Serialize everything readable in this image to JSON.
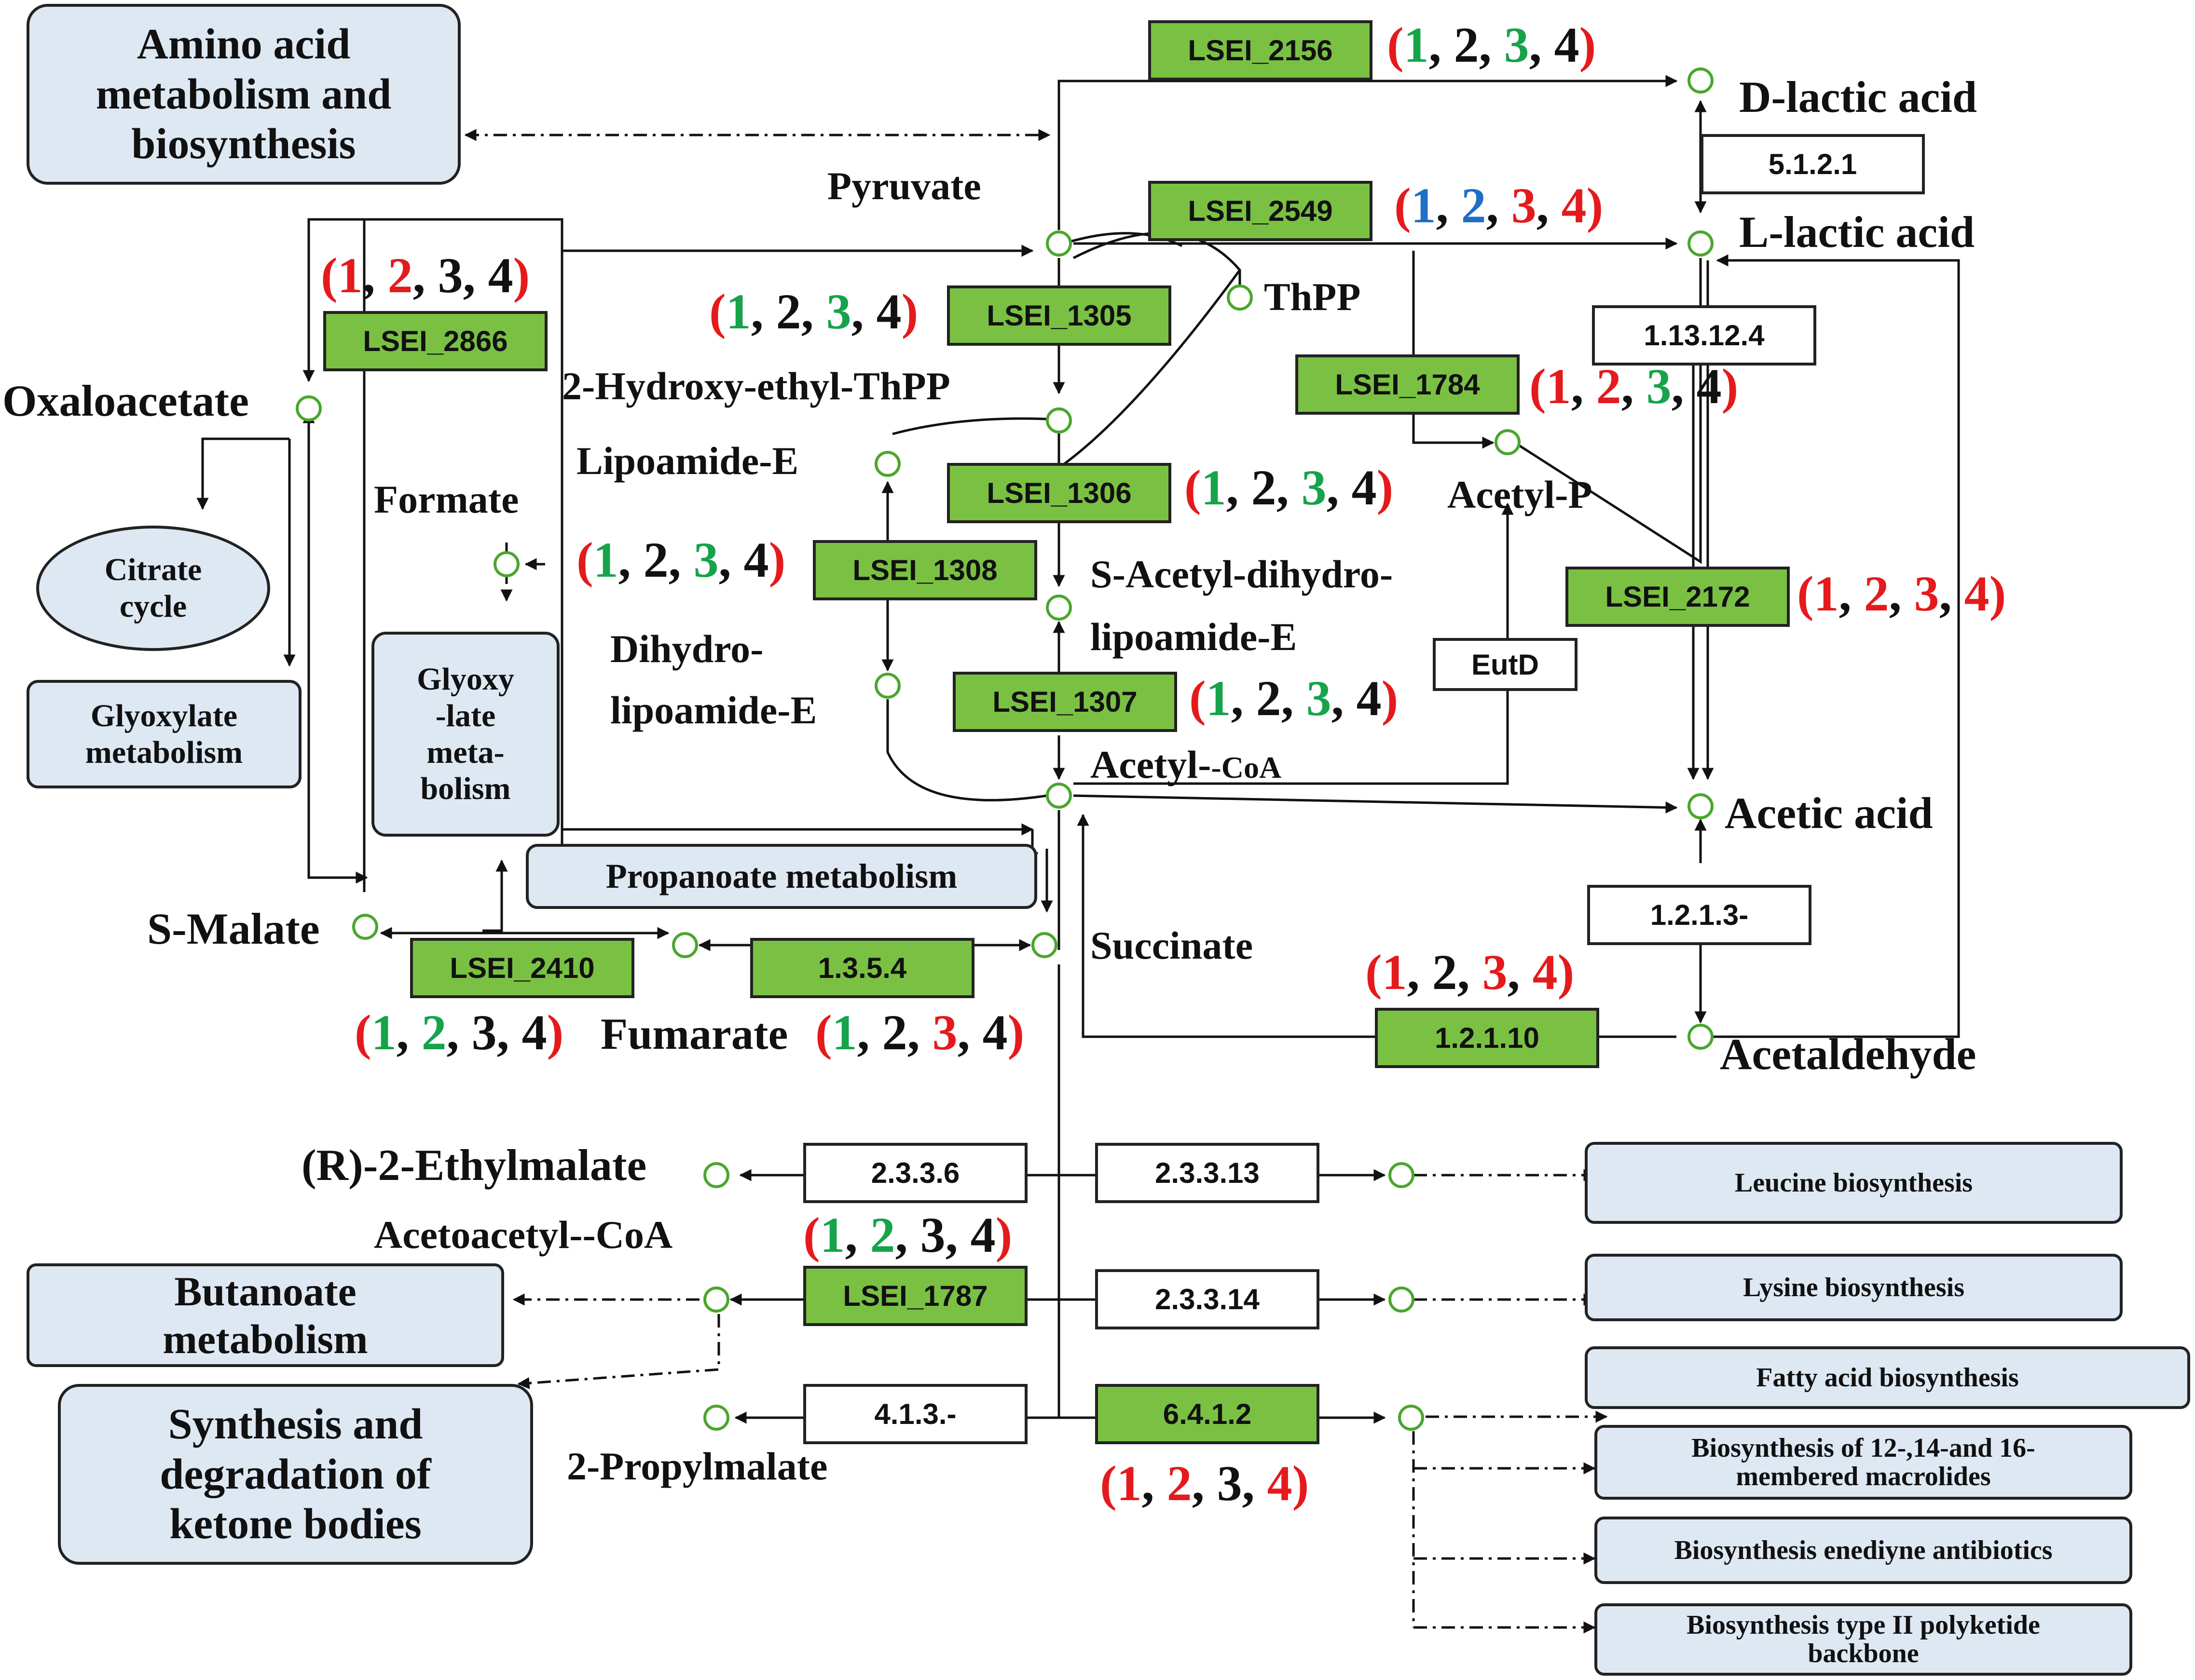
{
  "colors": {
    "red": "#e41a1c",
    "green": "#16a34a",
    "blue": "#1f6fc4",
    "black": "#111111",
    "enzyme": "#7ac143",
    "pathway_fill": "#dde8f3",
    "node": "#4aa62d"
  },
  "metabolites": {
    "pyruvate": "Pyruvate",
    "d_lactic": "D-lactic acid",
    "l_lactic": "L-lactic acid",
    "thpp": "ThPP",
    "oxaloacetate": "Oxaloacetate",
    "hydroxy_ethyl": "2-Hydroxy-ethyl-ThPP",
    "lipoamide": "Lipoamide-E",
    "formate": "Formate",
    "acetyl_p": "Acetyl-P",
    "s_acetyl_1": "S-Acetyl-dihydro-",
    "s_acetyl_2": "lipoamide-E",
    "dihydro_1": "Dihydro-",
    "dihydro_2": "lipoamide-E",
    "acetyl_coa": "Acetyl-",
    "acetyl_coa_suffix": "-CoA",
    "acetic": "Acetic acid",
    "s_malate": "S-Malate",
    "succinate": "Succinate",
    "fumarate": "Fumarate",
    "acetaldehyde": "Acetaldehyde",
    "ethylmalate": "(R)-2-Ethylmalate",
    "acetoacetyl": "Acetoacetyl--CoA",
    "propylmalate": "2-Propylmalate"
  },
  "pathways": {
    "amino": [
      "Amino acid",
      "metabolism and",
      "biosynthesis"
    ],
    "citrate": [
      "Citrate",
      "cycle"
    ],
    "glyoxylate_left": [
      "Glyoxylate",
      "metabolism"
    ],
    "glyoxylate_mid": [
      "Glyoxy",
      "-late",
      "meta-",
      "bolism"
    ],
    "propanoate": "Propanoate  metabolism",
    "butanoate": [
      "Butanoate",
      "metabolism"
    ],
    "ketone": [
      "Synthesis and",
      "degradation of",
      "ketone bodies"
    ],
    "leucine": "Leucine biosynthesis",
    "lysine": "Lysine biosynthesis",
    "fatty": "Fatty acid biosynthesis",
    "macrolides": [
      "Biosynthesis of 12-,14-and 16-",
      "membered macrolides"
    ],
    "enediyne": "Biosynthesis enediyne antibiotics",
    "polyketide": [
      "Biosynthesis type II polyketide",
      "backbone"
    ]
  },
  "enzymes": {
    "lsei_2156": "LSEI_2156",
    "lsei_2549": "LSEI_2549",
    "lsei_2866": "LSEI_2866",
    "lsei_1305": "LSEI_1305",
    "lsei_1784": "LSEI_1784",
    "lsei_1306": "LSEI_1306",
    "lsei_1308": "LSEI_1308",
    "lsei_2172": "LSEI_2172",
    "lsei_1307": "LSEI_1307",
    "lsei_2410": "LSEI_2410",
    "ec_1354": "1.3.5.4",
    "ec_12110": "1.2.1.10",
    "lsei_1787": "LSEI_1787",
    "ec_6412": "6.4.1.2",
    "ec_5121": "5.1.2.1",
    "ec_113124": "1.13.12.4",
    "eutd": "EutD",
    "ec_1213": "1.2.1.3-",
    "ec_2336": "2.3.3.6",
    "ec_23313": "2.3.3.13",
    "ec_23314": "2.3.3.14",
    "ec_413": "4.1.3.-"
  },
  "conditions": {
    "c2156": [
      "red",
      "green",
      "black",
      "green",
      "black"
    ],
    "c2549": [
      "red",
      "blue",
      "blue",
      "red",
      "red"
    ],
    "c2866": [
      "red",
      "red",
      "red",
      "black",
      "black"
    ],
    "c1305": [
      "red",
      "green",
      "black",
      "green",
      "black"
    ],
    "c1784": [
      "red",
      "red",
      "red",
      "green",
      "black"
    ],
    "c1306": [
      "red",
      "green",
      "black",
      "green",
      "black"
    ],
    "c1308": [
      "red",
      "green",
      "black",
      "green",
      "black"
    ],
    "c2172": [
      "red",
      "red",
      "red",
      "red",
      "red"
    ],
    "c1307": [
      "red",
      "green",
      "black",
      "green",
      "black"
    ],
    "c12110": [
      "red",
      "red",
      "black",
      "red",
      "red"
    ],
    "c2410": [
      "red",
      "green",
      "green",
      "black",
      "black"
    ],
    "c1354": [
      "red",
      "green",
      "black",
      "red",
      "black"
    ],
    "c1787": [
      "red",
      "green",
      "green",
      "black",
      "black"
    ],
    "c6412": [
      "red",
      "red",
      "red",
      "black",
      "red"
    ]
  }
}
